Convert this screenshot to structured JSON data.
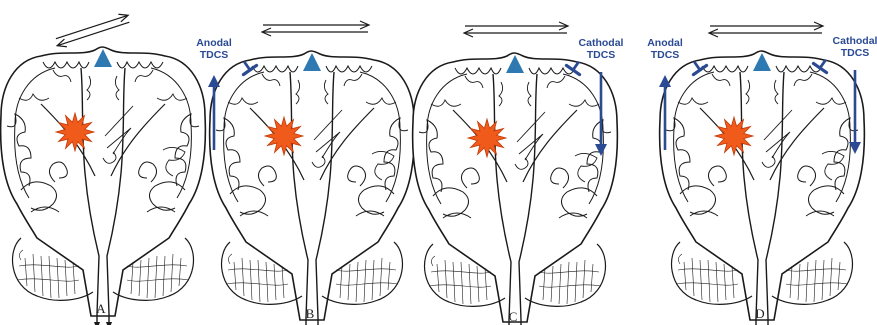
{
  "colors": {
    "outline": "#1a1a1a",
    "stimulation": "#2a4a93",
    "lesion": "#f05a1a",
    "lesion_edge": "#c23a08",
    "triangle": "#2f79b3"
  },
  "icons": {
    "brain": "coronal-brain-section-icon",
    "lesion": "lesion-star-icon",
    "electrode": "electrode-t-icon",
    "arrow": "vertical-arrow-icon",
    "interhemispheric": "double-arrow-icon",
    "cortex": "motor-cortex-triangle-icon"
  },
  "panels": [
    {
      "label": "A",
      "anodal": null,
      "cathodal": null
    },
    {
      "label": "B",
      "anodal": {
        "line1": "Anodal",
        "line2": "TDCS"
      },
      "cathodal": null
    },
    {
      "label": "C",
      "anodal": null,
      "cathodal": {
        "line1": "Cathodal",
        "line2": "TDCS"
      }
    },
    {
      "label": "D",
      "anodal": {
        "line1": "Anodal",
        "line2": "TDCS"
      },
      "cathodal": {
        "line1": "Cathodal",
        "line2": "TDCS"
      }
    }
  ]
}
